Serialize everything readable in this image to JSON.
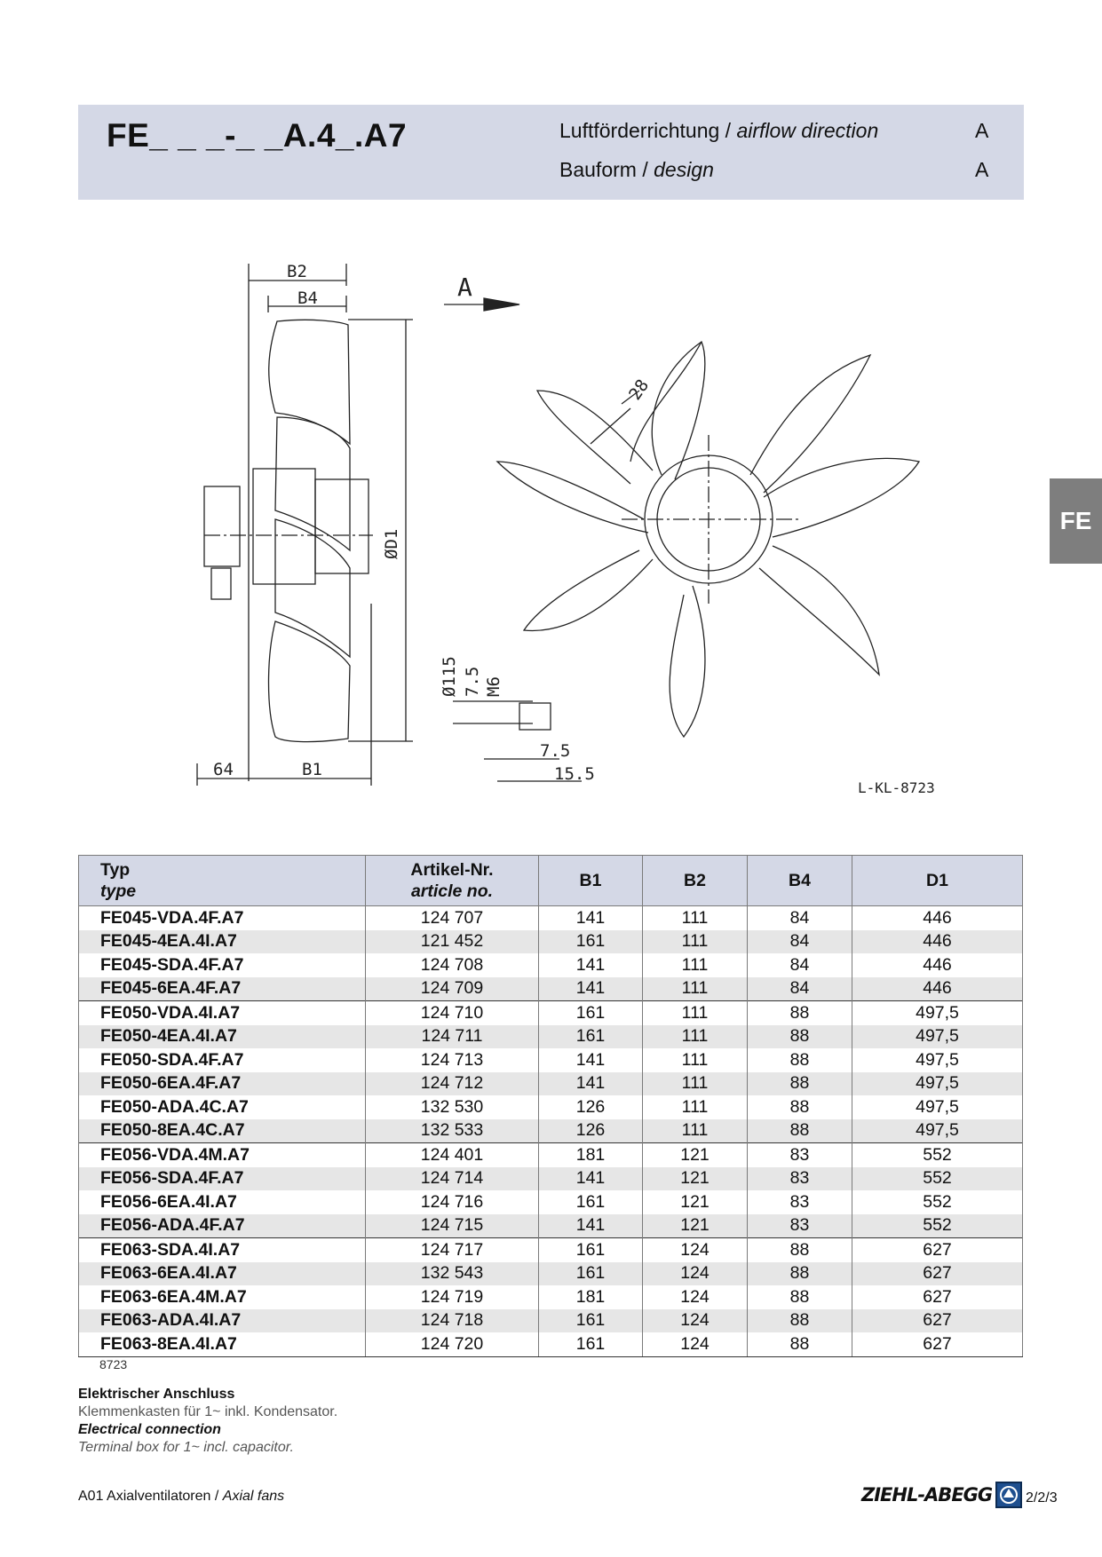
{
  "header": {
    "type_code": "FE_ _ _-_ _A.4_.A7",
    "airflow_de": "Luftförderrichtung /",
    "airflow_en": "airflow direction",
    "airflow_value": "A",
    "design_de": "Bauform  /",
    "design_en": "design",
    "design_value": "A"
  },
  "side_tab": "FE",
  "drawing": {
    "labels": {
      "b2": "B2",
      "b4": "B4",
      "d1": "ØD1",
      "b1": "B1",
      "w64": "64",
      "arrow": "A",
      "deg": "28",
      "d115": "Ø115",
      "d75a": "7.5",
      "m6": "M6",
      "d75b": "7.5",
      "d155": "15.5"
    },
    "ref": "L-KL-8723"
  },
  "table": {
    "headers": {
      "typ_de": "Typ",
      "typ_en": "type",
      "art_de": "Artikel-Nr.",
      "art_en": "article no.",
      "b1": "B1",
      "b2": "B2",
      "b4": "B4",
      "d1": "D1"
    },
    "rows": [
      [
        "FE045-VDA.4F.A7",
        "124 707",
        "141",
        "111",
        "84",
        "446"
      ],
      [
        "FE045-4EA.4I.A7",
        "121 452",
        "161",
        "111",
        "84",
        "446"
      ],
      [
        "FE045-SDA.4F.A7",
        "124 708",
        "141",
        "111",
        "84",
        "446"
      ],
      [
        "FE045-6EA.4F.A7",
        "124 709",
        "141",
        "111",
        "84",
        "446"
      ],
      [
        "FE050-VDA.4I.A7",
        "124 710",
        "161",
        "111",
        "88",
        "497,5"
      ],
      [
        "FE050-4EA.4I.A7",
        "124 711",
        "161",
        "111",
        "88",
        "497,5"
      ],
      [
        "FE050-SDA.4F.A7",
        "124 713",
        "141",
        "111",
        "88",
        "497,5"
      ],
      [
        "FE050-6EA.4F.A7",
        "124 712",
        "141",
        "111",
        "88",
        "497,5"
      ],
      [
        "FE050-ADA.4C.A7",
        "132 530",
        "126",
        "111",
        "88",
        "497,5"
      ],
      [
        "FE050-8EA.4C.A7",
        "132 533",
        "126",
        "111",
        "88",
        "497,5"
      ],
      [
        "FE056-VDA.4M.A7",
        "124 401",
        "181",
        "121",
        "83",
        "552"
      ],
      [
        "FE056-SDA.4F.A7",
        "124 714",
        "141",
        "121",
        "83",
        "552"
      ],
      [
        "FE056-6EA.4I.A7",
        "124 716",
        "161",
        "121",
        "83",
        "552"
      ],
      [
        "FE056-ADA.4F.A7",
        "124 715",
        "141",
        "121",
        "83",
        "552"
      ],
      [
        "FE063-SDA.4I.A7",
        "124 717",
        "161",
        "124",
        "88",
        "627"
      ],
      [
        "FE063-6EA.4I.A7",
        "132 543",
        "161",
        "124",
        "88",
        "627"
      ],
      [
        "FE063-6EA.4M.A7",
        "124 719",
        "181",
        "124",
        "88",
        "627"
      ],
      [
        "FE063-ADA.4I.A7",
        "124 718",
        "161",
        "124",
        "88",
        "627"
      ],
      [
        "FE063-8EA.4I.A7",
        "124 720",
        "161",
        "124",
        "88",
        "627"
      ]
    ],
    "group_starts": [
      0,
      4,
      10,
      14
    ],
    "note": "8723"
  },
  "electrical": {
    "title_de": "Elektrischer Anschluss",
    "text_de": "Klemmenkasten für 1~ inkl. Kondensator.",
    "title_en": "Electrical connection",
    "text_en": "Terminal box for 1~ incl. capacitor."
  },
  "footer": {
    "left_de": "A01 Axialventilatoren /",
    "left_en": "Axial fans",
    "logo": "ZIEHL-ABEGG",
    "page": "2/2/3"
  }
}
